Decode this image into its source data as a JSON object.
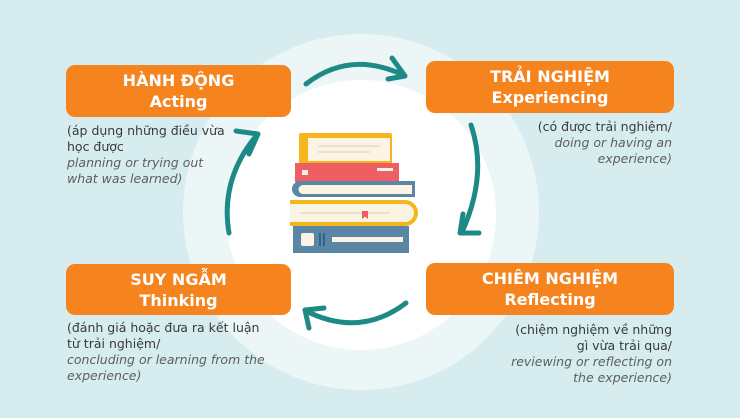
{
  "colors": {
    "background": "#D7ECEE",
    "ring": "#EDF6F7",
    "box": "#F5841F",
    "arrow": "#1E8A86"
  },
  "stages": {
    "acting": {
      "title_vi": "HÀNH ĐỘNG",
      "title_en": "Acting",
      "desc_vi": "(áp dụng những điều vừa học được",
      "desc_en": "planning or trying out what was learned)"
    },
    "experiencing": {
      "title_vi": "TRẢI NGHIỆM",
      "title_en": "Experiencing",
      "desc_vi": "(có được trải nghiệm/",
      "desc_en": "doing or having an experience)"
    },
    "thinking": {
      "title_vi": "SUY NGẪM",
      "title_en": "Thinking",
      "desc_vi": "(đánh giá hoặc đưa ra kết luận từ trải nghiệm/",
      "desc_en": "concluding or learning from the experience)"
    },
    "reflecting": {
      "title_vi": "CHIÊM NGHIỆM",
      "title_en": "Reflecting",
      "desc_vi": "(chiệm nghiệm về những gì vừa trải qua/",
      "desc_en": "reviewing or reflecting on the experience)"
    }
  },
  "center_icon": "stack-of-books-icon",
  "arrows": [
    "acting-to-experiencing",
    "experiencing-to-reflecting",
    "reflecting-to-thinking",
    "thinking-to-acting"
  ]
}
